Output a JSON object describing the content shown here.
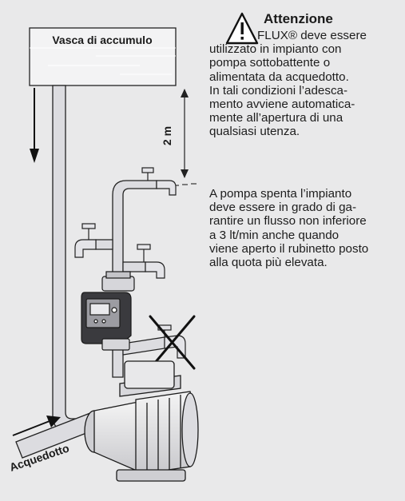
{
  "tank": {
    "label": "Vasca di accumulo"
  },
  "height_label": "2 m",
  "inlet_label": "Acquedotto",
  "warning": {
    "title": "Attenzione",
    "paragraph1_lines": [
      "FLUX® deve essere",
      "utilizzato in impianto con",
      "pompa sottobattente o",
      "alimentata da acquedotto.",
      "In tali condizioni l’adesca-",
      "mento avviene automatica-",
      "mente all’apertura di una",
      "qualsiasi utenza."
    ],
    "paragraph2_lines": [
      "A pompa spenta l’impianto",
      "deve essere in grado di ga-",
      "rantire un flusso non inferiore",
      "a 3 lt/min anche quando",
      "viene aperto il rubinetto posto",
      "alla quota più elevata."
    ]
  },
  "icons": [
    "warning-triangle-icon",
    "cross-mark-icon",
    "flow-arrow-icon"
  ],
  "colors": {
    "background": "#e9e9ea",
    "pipe_fill": "#d9d9dc",
    "outline": "#1b1b1b"
  }
}
